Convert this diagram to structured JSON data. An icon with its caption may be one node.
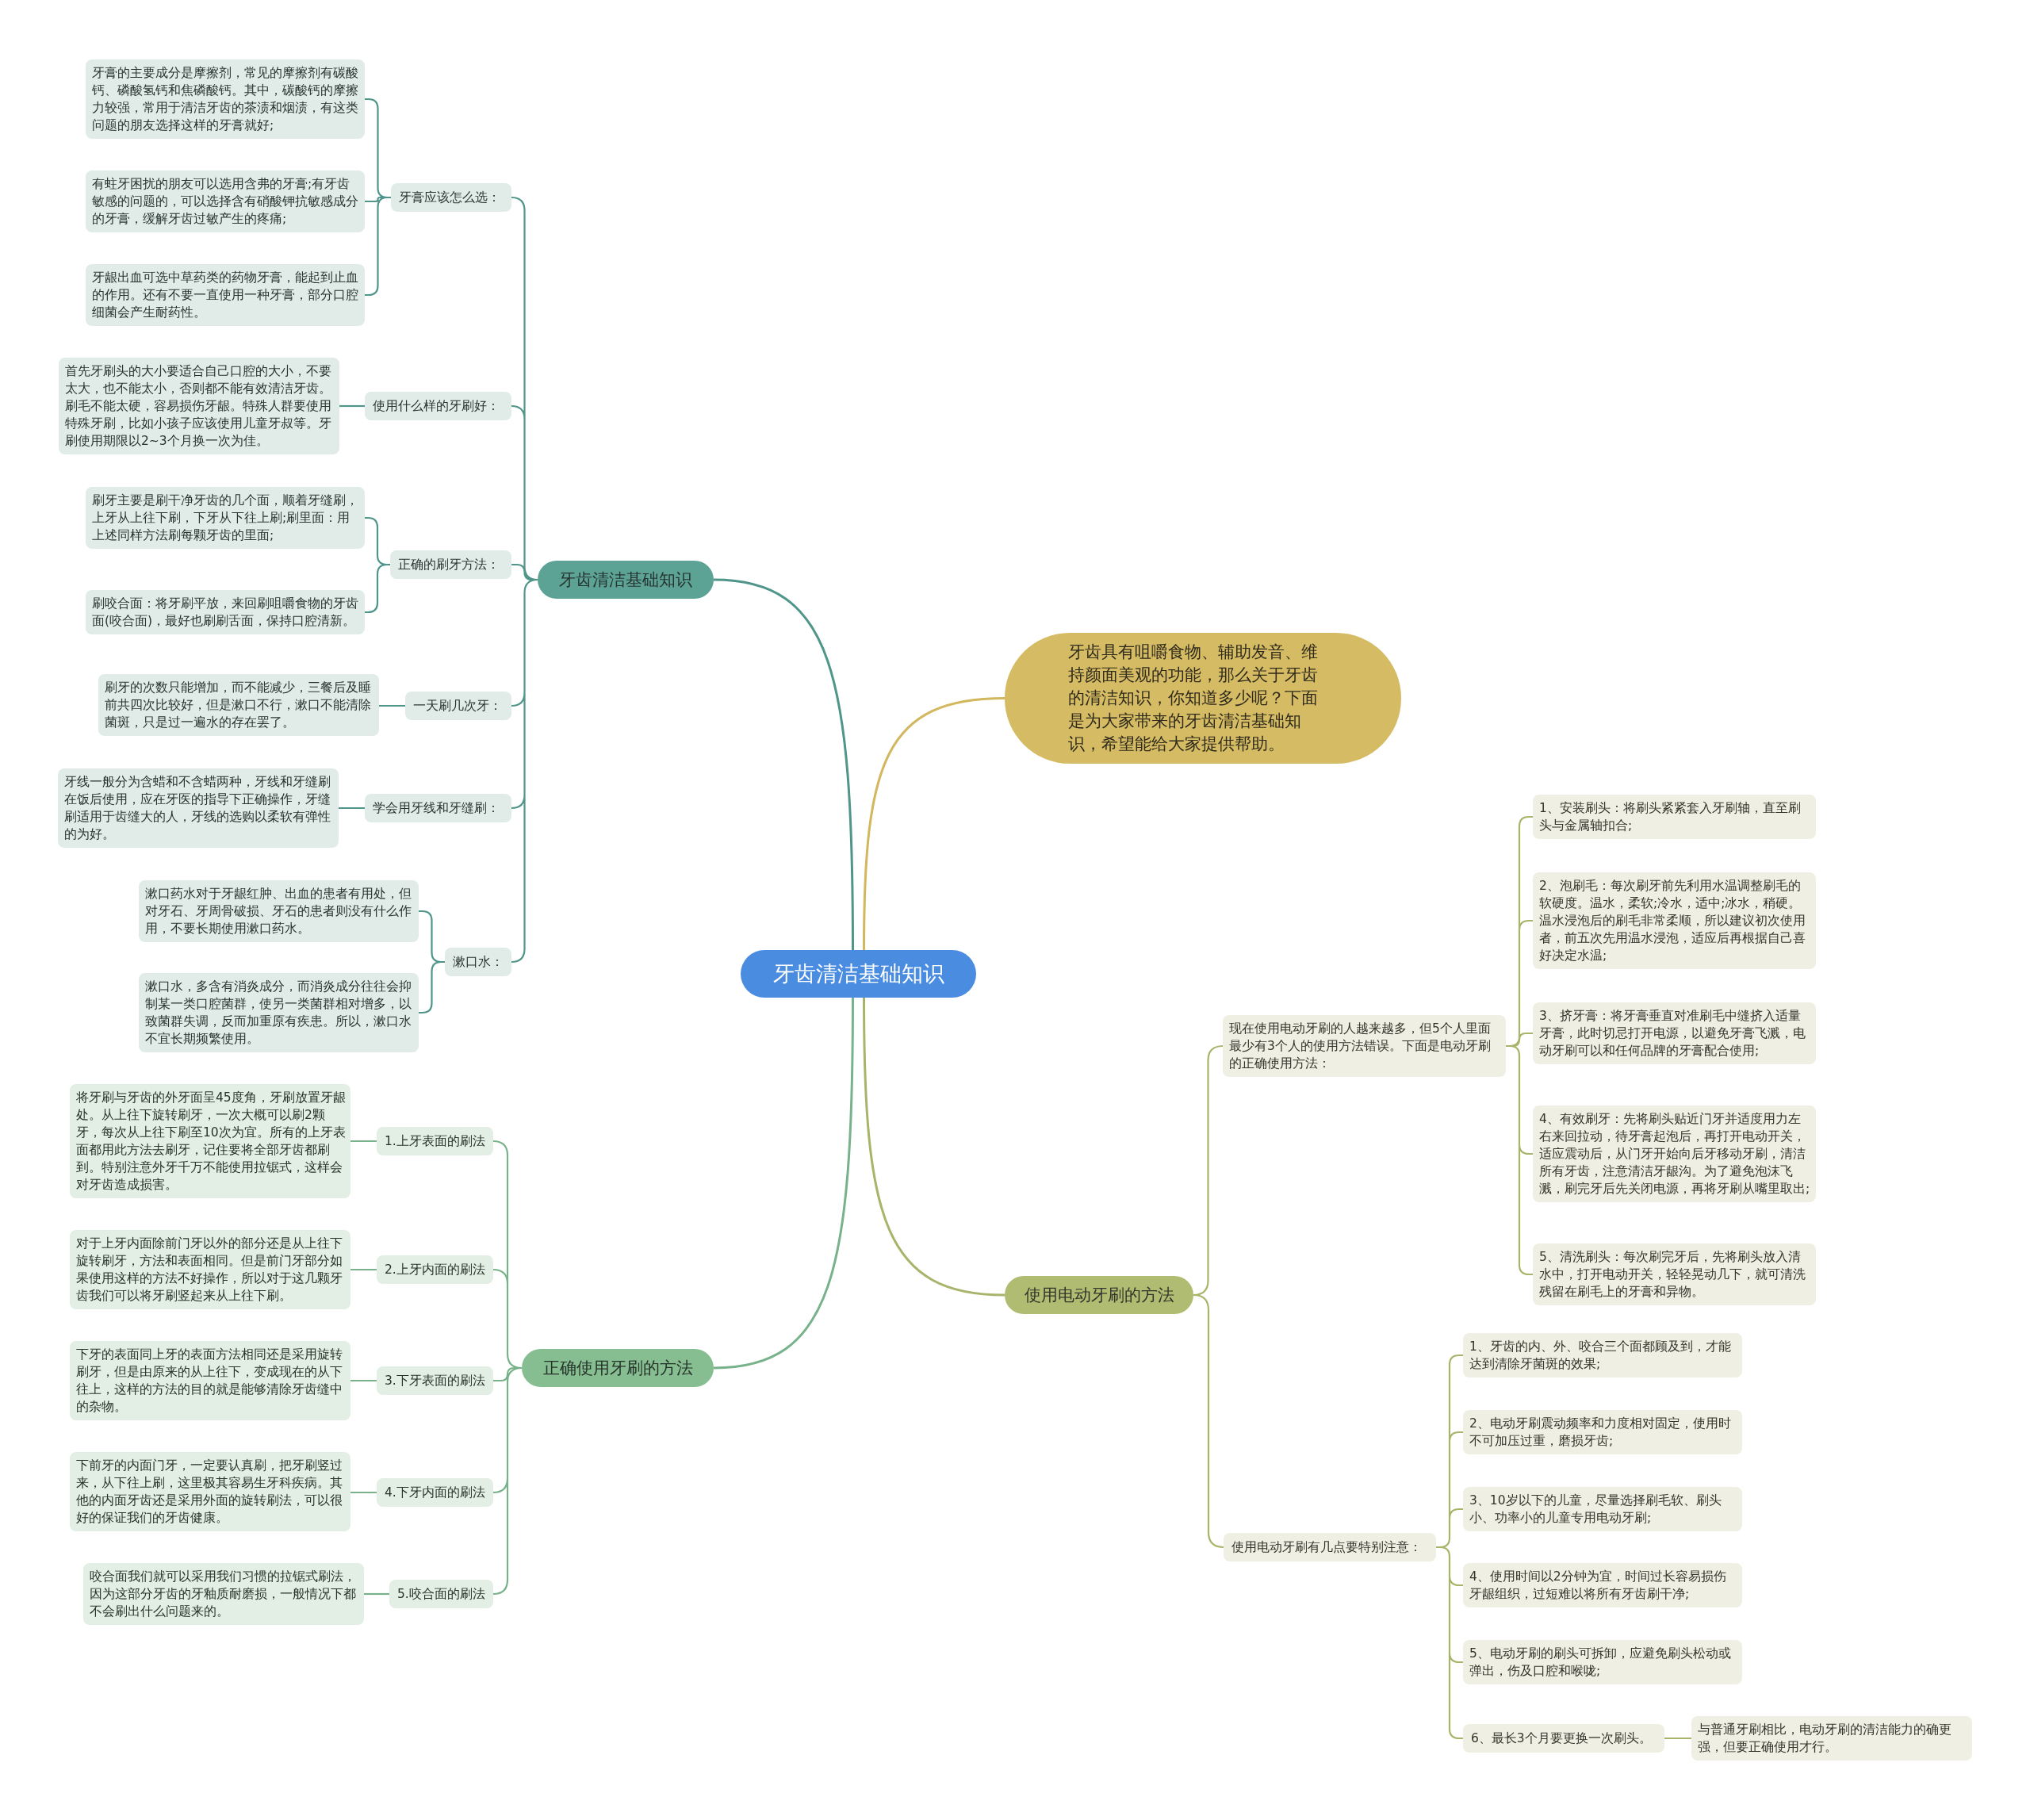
{
  "diagram": {
    "nodes": [
      {
        "text": [
          "牙齿清洁基础知识"
        ]
      },
      {
        "text": [
          "牙齿清洁基础知识"
        ]
      },
      {
        "text": [
          "牙膏应该怎么选："
        ]
      },
      {
        "text": [
          "牙膏的主要成分是摩擦剂，常见的摩擦剂有碳酸钙、磷酸氢钙和焦磷酸钙。其中，碳酸钙的摩擦力较强，常用于清洁牙齿的茶渍和烟渍，有这类问题的朋友选择这样的牙膏就好;"
        ]
      },
      {
        "text": [
          "有蛀牙困扰的朋友可以选用含弗的牙膏;有牙齿敏感的问题的，可以选择含有硝酸钾抗敏感成分的牙膏，缓解牙齿过敏产生的疼痛;"
        ]
      },
      {
        "text": [
          "牙龈出血可选中草药类的药物牙膏，能起到止血的作用。还有不要一直使用一种牙膏，部分口腔细菌会产生耐药性。"
        ]
      },
      {
        "text": [
          "使用什么样的牙刷好："
        ]
      },
      {
        "text": [
          "首先牙刷头的大小要适合自己口腔的大小，不要太大，也不能太小，否则都不能有效清洁牙齿。刷毛不能太硬，容易损伤牙龈。特殊人群要使用特殊牙刷，比如小孩子应该使用儿童牙叔等。牙刷使用期限以2~3个月换一次为佳。"
        ]
      },
      {
        "text": [
          "正确的刷牙方法："
        ]
      },
      {
        "text": [
          "刷牙主要是刷干净牙齿的几个面，顺着牙缝刷，上牙从上往下刷，下牙从下往上刷;刷里面：用上述同样方法刷每颗牙齿的里面;"
        ]
      },
      {
        "text": [
          "刷咬合面：将牙刷平放，来回刷咀嚼食物的牙齿面(咬合面)，最好也刷刷舌面，保持口腔清新。"
        ]
      },
      {
        "text": [
          "一天刷几次牙："
        ]
      },
      {
        "text": [
          "刷牙的次数只能增加，而不能减少，三餐后及睡前共四次比较好，但是漱口不行，漱口不能清除菌斑，只是过一遍水的存在罢了。"
        ]
      },
      {
        "text": [
          "学会用牙线和牙缝刷："
        ]
      },
      {
        "text": [
          "牙线一般分为含蜡和不含蜡两种，牙线和牙缝刷在饭后使用，应在牙医的指导下正确操作，牙缝刷适用于齿缝大的人，牙线的选购以柔软有弹性的为好。"
        ]
      },
      {
        "text": [
          "漱口水："
        ]
      },
      {
        "text": [
          "漱口药水对于牙龈红肿、出血的患者有用处，但对牙石、牙周骨破损、牙石的患者则没有什么作用，不要长期使用漱口药水。"
        ]
      },
      {
        "text": [
          "漱口水，多含有消炎成分，而消炎成分往往会抑制某一类口腔菌群，使另一类菌群相对增多，以致菌群失调，反而加重原有疾患。所以，漱口水不宜长期频繁使用。"
        ]
      },
      {
        "text": [
          "正确使用牙刷的方法"
        ]
      },
      {
        "text": [
          "1.上牙表面的刷法"
        ]
      },
      {
        "text": [
          "将牙刷与牙齿的外牙面呈45度角，牙刷放置牙龈处。从上往下旋转刷牙，一次大概可以刷2颗牙，每次从上往下刷至10次为宜。所有的上牙表面都用此方法去刷牙，记住要将全部牙齿都刷到。特别注意外牙千万不能使用拉锯式，这样会对牙齿造成损害。"
        ]
      },
      {
        "text": [
          "2.上牙内面的刷法"
        ]
      },
      {
        "text": [
          "对于上牙内面除前门牙以外的部分还是从上往下旋转刷牙，方法和表面相同。但是前门牙部分如果使用这样的方法不好操作，所以对于这几颗牙齿我们可以将牙刷竖起来从上往下刷。"
        ]
      },
      {
        "text": [
          "3.下牙表面的刷法"
        ]
      },
      {
        "text": [
          "下牙的表面同上牙的表面方法相同还是采用旋转刷牙，但是由原来的从上往下，变成现在的从下往上，这样的方法的目的就是能够清除牙齿缝中的杂物。"
        ]
      },
      {
        "text": [
          "4.下牙内面的刷法"
        ]
      },
      {
        "text": [
          "下前牙的内面门牙，一定要认真刷，把牙刷竖过来，从下往上刷，这里极其容易生牙科疾病。其他的内面牙齿还是采用外面的旋转刷法，可以很好的保证我们的牙齿健康。"
        ]
      },
      {
        "text": [
          "5.咬合面的刷法"
        ]
      },
      {
        "text": [
          "咬合面我们就可以采用我们习惯的拉锯式刷法，因为这部分牙齿的牙釉质耐磨损，一般情况下都不会刷出什么问题来的。"
        ]
      },
      {
        "text": [
          "牙齿具有咀嚼食物、辅助发音、维持颜面美观的功能，那么关于牙齿的清洁知识，你知道多少呢？下面是为大家带来的牙齿清洁基础知识，希望能给大家提供帮助。"
        ]
      },
      {
        "text": [
          "使用电动牙刷的方法"
        ]
      },
      {
        "text": [
          "现在使用电动牙刷的人越来越多，但5个人里面最少有3个人的使用方法错误。下面是电动牙刷的正确使用方法："
        ]
      },
      {
        "text": [
          "1、安装刷头：将刷头紧紧套入牙刷轴，直至刷头与金属轴扣合;"
        ]
      },
      {
        "text": [
          "2、泡刷毛：每次刷牙前先利用水温调整刷毛的软硬度。温水，柔软;冷水，适中;冰水，稍硬。温水浸泡后的刷毛非常柔顺，所以建议初次使用者，前五次先用温水浸泡，适应后再根据自己喜好决定水温;"
        ]
      },
      {
        "text": [
          "3、挤牙膏：将牙膏垂直对准刷毛中缝挤入适量牙膏，此时切忌打开电源，以避免牙膏飞溅，电动牙刷可以和任何品牌的牙膏配合使用;"
        ]
      },
      {
        "text": [
          "4、有效刷牙：先将刷头贴近门牙并适度用力左右来回拉动，待牙膏起泡后，再打开电动开关，适应震动后，从门牙开始向后牙移动牙刷，清洁所有牙齿，注意清洁牙龈沟。为了避免泡沫飞溅，刷完牙后先关闭电源，再将牙刷从嘴里取出;"
        ]
      },
      {
        "text": [
          "5、清洗刷头：每次刷完牙后，先将刷头放入清水中，打开电动开关，轻轻晃动几下，就可清洗残留在刷毛上的牙膏和异物。"
        ]
      },
      {
        "text": [
          "使用电动牙刷有几点要特别注意："
        ]
      },
      {
        "text": [
          "1、牙齿的内、外、咬合三个面都顾及到，才能达到清除牙菌斑的效果;"
        ]
      },
      {
        "text": [
          "2、电动牙刷震动频率和力度相对固定，使用时不可加压过重，磨损牙齿;"
        ]
      },
      {
        "text": [
          "3、10岁以下的儿童，尽量选择刷毛软、刷头小、功率小的儿童专用电动牙刷;"
        ]
      },
      {
        "text": [
          "4、使用时间以2分钟为宜，时间过长容易损伤牙龈组织，过短难以将所有牙齿刷干净;"
        ]
      },
      {
        "text": [
          "5、电动牙刷的刷头可拆卸，应避免刷头松动或弹出，伤及口腔和喉咙;"
        ]
      },
      {
        "text": [
          "6、最长3个月要更换一次刷头。"
        ]
      },
      {
        "text": [
          "与普通牙刷相比，电动牙刷的清洁能力的确更强，但要正确使用才行。"
        ]
      }
    ],
    "edges": [
      {
        "from": 0,
        "to": 1,
        "arrow": "none"
      },
      {
        "from": 1,
        "to": 2,
        "arrow": "none"
      },
      {
        "from": 2,
        "to": 3,
        "arrow": "none"
      },
      {
        "from": 2,
        "to": 4,
        "arrow": "none"
      },
      {
        "from": 2,
        "to": 5,
        "arrow": "none"
      },
      {
        "from": 1,
        "to": 6,
        "arrow": "none"
      },
      {
        "from": 6,
        "to": 7,
        "arrow": "none"
      },
      {
        "from": 1,
        "to": 8,
        "arrow": "none"
      },
      {
        "from": 8,
        "to": 9,
        "arrow": "none"
      },
      {
        "from": 8,
        "to": 10,
        "arrow": "none"
      },
      {
        "from": 1,
        "to": 11,
        "arrow": "none"
      },
      {
        "from": 11,
        "to": 12,
        "arrow": "none"
      },
      {
        "from": 1,
        "to": 13,
        "arrow": "none"
      },
      {
        "from": 13,
        "to": 14,
        "arrow": "none"
      },
      {
        "from": 1,
        "to": 15,
        "arrow": "none"
      },
      {
        "from": 15,
        "to": 16,
        "arrow": "none"
      },
      {
        "from": 15,
        "to": 17,
        "arrow": "none"
      },
      {
        "from": 0,
        "to": 18,
        "arrow": "none",
        "color": "#78b28a"
      },
      {
        "from": 18,
        "to": 19,
        "arrow": "none",
        "color": "#78b28a"
      },
      {
        "from": 19,
        "to": 20,
        "arrow": "none",
        "color": "#78b28a"
      },
      {
        "from": 18,
        "to": 21,
        "arrow": "none",
        "color": "#78b28a"
      },
      {
        "from": 21,
        "to": 22,
        "arrow": "none",
        "color": "#78b28a"
      },
      {
        "from": 18,
        "to": 23,
        "arrow": "none",
        "color": "#78b28a"
      },
      {
        "from": 23,
        "to": 24,
        "arrow": "none",
        "color": "#78b28a"
      },
      {
        "from": 18,
        "to": 25,
        "arrow": "none",
        "color": "#78b28a"
      },
      {
        "from": 25,
        "to": 26,
        "arrow": "none",
        "color": "#78b28a"
      },
      {
        "from": 18,
        "to": 27,
        "arrow": "none",
        "color": "#78b28a"
      },
      {
        "from": 27,
        "to": 28,
        "arrow": "none",
        "color": "#78b28a"
      },
      {
        "from": 0,
        "to": 29,
        "arrow": "none",
        "color": "#d2b75e"
      },
      {
        "from": 0,
        "to": 30,
        "arrow": "none",
        "color": "#a8b46a"
      },
      {
        "from": 30,
        "to": 31,
        "arrow": "none",
        "color": "#a8b46a"
      },
      {
        "from": 31,
        "to": 32,
        "arrow": "none",
        "color": "#a8b46a"
      },
      {
        "from": 31,
        "to": 33,
        "arrow": "none",
        "color": "#a8b46a"
      },
      {
        "from": 31,
        "to": 34,
        "arrow": "none",
        "color": "#a8b46a"
      },
      {
        "from": 31,
        "to": 35,
        "arrow": "none",
        "color": "#a8b46a"
      },
      {
        "from": 31,
        "to": 36,
        "arrow": "none",
        "color": "#a8b46a"
      },
      {
        "from": 30,
        "to": 37,
        "arrow": "none",
        "color": "#a8b46a"
      },
      {
        "from": 37,
        "to": 38,
        "arrow": "none",
        "color": "#a8b46a"
      },
      {
        "from": 37,
        "to": 39,
        "arrow": "none",
        "color": "#a8b46a"
      },
      {
        "from": 37,
        "to": 40,
        "arrow": "none",
        "color": "#a8b46a"
      },
      {
        "from": 37,
        "to": 41,
        "arrow": "none",
        "color": "#a8b46a"
      },
      {
        "from": 37,
        "to": 42,
        "arrow": "none",
        "color": "#a8b46a"
      },
      {
        "from": 37,
        "to": 43,
        "arrow": "none",
        "color": "#a8b46a"
      },
      {
        "from": 43,
        "to": 44,
        "arrow": "none",
        "color": "#a8b46a"
      }
    ]
  }
}
